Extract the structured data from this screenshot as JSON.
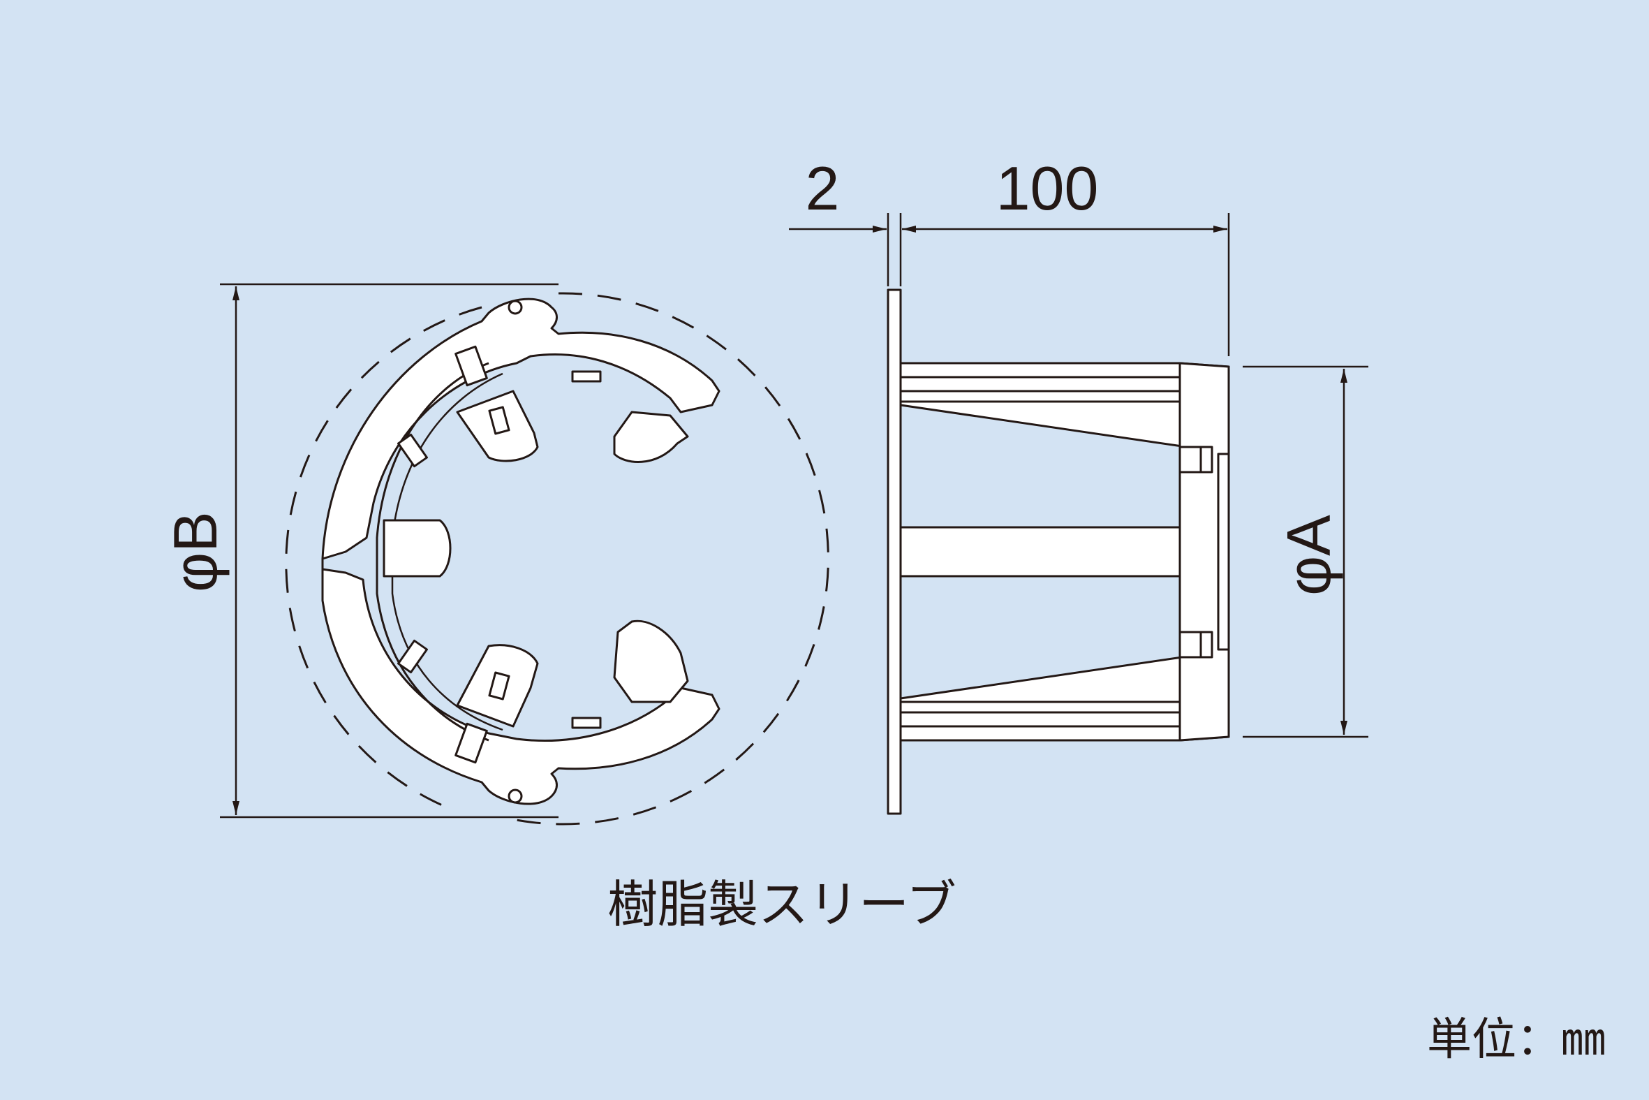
{
  "dimensions": {
    "flange_thickness": "2",
    "sleeve_length": "100",
    "outer_diameter": "φB",
    "inner_diameter": "φA"
  },
  "caption": "樹脂製スリーブ",
  "unit": "単位：㎜",
  "colors": {
    "background": "#d3e3f3",
    "line": "#231815",
    "part_fill": "#ffffff"
  }
}
